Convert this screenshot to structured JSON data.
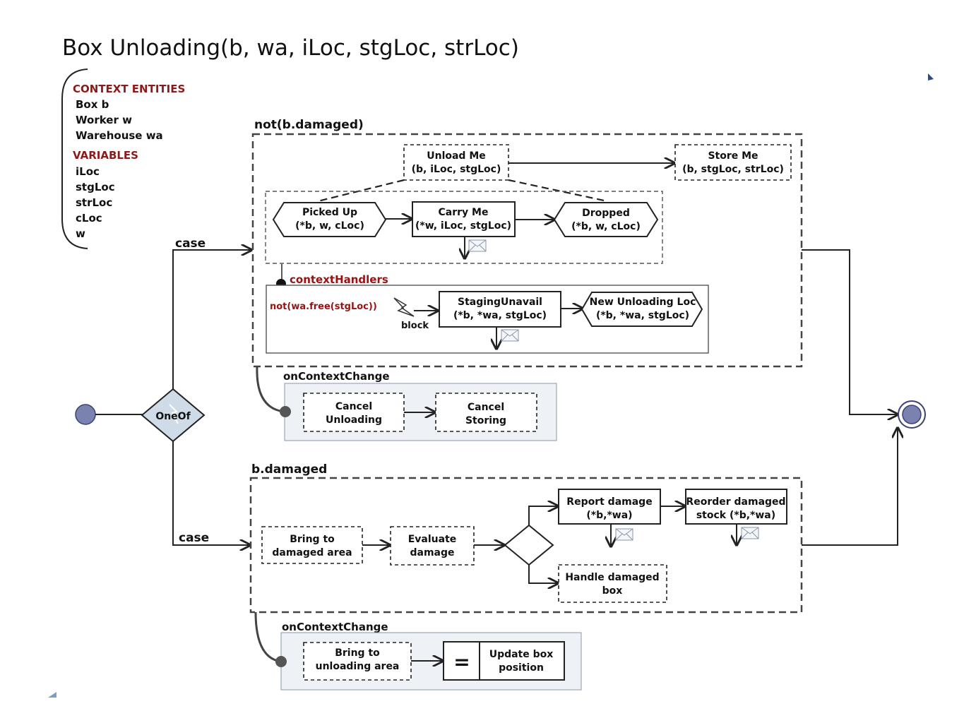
{
  "title": "Box Unloading(b, wa, iLoc, stgLoc, strLoc)",
  "context": {
    "entities_heading": "CONTEXT ENTITIES",
    "entities": [
      "Box b",
      "Worker w",
      "Warehouse wa"
    ],
    "variables_heading": "VARIABLES",
    "variables": [
      "iLoc",
      "stgLoc",
      "strLoc",
      "cLoc",
      "w"
    ]
  },
  "gateway_label": "OneOf",
  "case_labels": [
    "case",
    "case"
  ],
  "branch1": {
    "condition": "not(b.damaged)",
    "unload": [
      "Unload Me",
      "(b, iLoc, stgLoc)"
    ],
    "store": [
      "Store Me",
      "(b, stgLoc, strLoc)"
    ],
    "picked": [
      "Picked Up",
      "(*b, w, cLoc)"
    ],
    "carry": [
      "Carry Me",
      "(*w, iLoc, stgLoc)"
    ],
    "dropped": [
      "Dropped",
      "(*b, w, cLoc)"
    ],
    "handlers_label": "contextHandlers",
    "handler_condition": "not(wa.free(stgLoc))",
    "block_label": "block",
    "staging": [
      "StagingUnavail",
      "(*b, *wa,  stgLoc)"
    ],
    "new_loc": [
      "New Unloading Loc",
      "(*b, *wa, stgLoc)"
    ],
    "on_change_label": "onContextChange",
    "cancel_unloading": [
      "Cancel",
      "Unloading"
    ],
    "cancel_storing": [
      "Cancel",
      "Storing"
    ]
  },
  "branch2": {
    "condition": "b.damaged",
    "bring_damaged": [
      "Bring to",
      "damaged area"
    ],
    "evaluate": [
      "Evaluate",
      "damage"
    ],
    "report": [
      "Report damage",
      "(*b,*wa)"
    ],
    "reorder": [
      "Reorder damaged",
      "stock (*b,*wa)"
    ],
    "handle": [
      "Handle damaged",
      "box"
    ],
    "on_change_label": "onContextChange",
    "bring_unloading": [
      "Bring to",
      "unloading area"
    ],
    "equals_symbol": "=",
    "update": [
      "Update box",
      "position"
    ]
  }
}
